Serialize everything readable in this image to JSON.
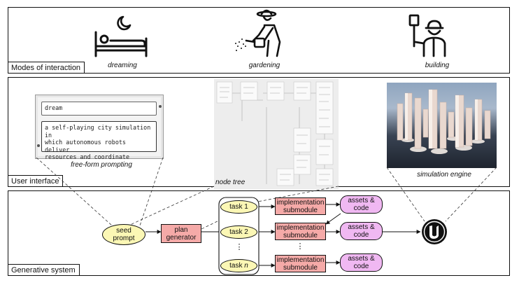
{
  "panels": {
    "modes": {
      "label": "Modes of interaction"
    },
    "ui": {
      "label": "User interface"
    },
    "gen": {
      "label": "Generative system"
    }
  },
  "modes": [
    {
      "label": "dreaming",
      "icon": "bed-moon-icon"
    },
    {
      "label": "gardening",
      "icon": "gardener-icon"
    },
    {
      "label": "building",
      "icon": "builder-hammer-icon"
    }
  ],
  "ui": {
    "prompt_title": "dream",
    "prompt_text_lines": [
      "a self-playing city simulation in",
      "which autonomous robots deliver",
      "resources and coordinate"
    ],
    "prompt_caption": "free-form prompting",
    "tree_caption": "node tree",
    "sim_caption": "simulation engine"
  },
  "gen": {
    "seed": [
      "seed",
      "prompt"
    ],
    "plan": [
      "plan",
      "generator"
    ],
    "tasks": [
      {
        "label": "task 1"
      },
      {
        "label": "task 2"
      },
      {
        "label": "task ",
        "suffix": "n"
      }
    ],
    "ellipsis": "⋮",
    "impl": [
      "implementation",
      "submodule"
    ],
    "assets": [
      "assets &",
      "code"
    ],
    "engine_icon": "unreal-engine-icon"
  },
  "colors": {
    "yellow": "#fbf7b5",
    "red": "#f5aaa8",
    "purple": "#f0b8f2",
    "stroke": "#111111"
  }
}
